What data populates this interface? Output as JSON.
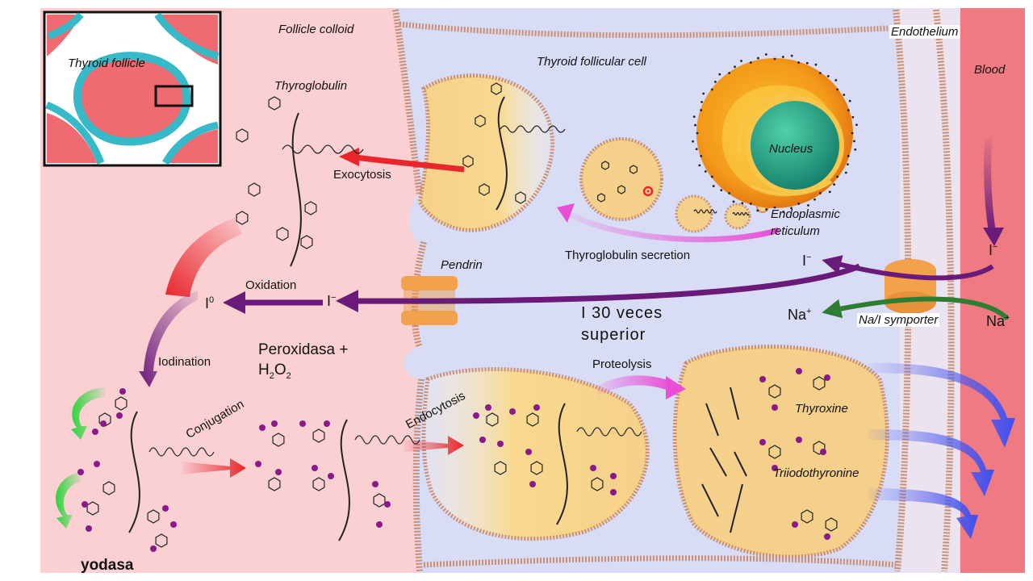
{
  "labels": {
    "follicle_colloid": "Follicle colloid",
    "thyroid_follicle": "Thyroid follicle",
    "thyroid_follicular_cell": "Thyroid follicular cell",
    "endothelium": "Endothelium",
    "blood": "Blood",
    "thyroglobulin": "Thyroglobulin",
    "exocytosis": "Exocytosis",
    "nucleus": "Nucleus",
    "endoplasmic_reticulum_line1": "Endoplasmic",
    "endoplasmic_reticulum_line2": "reticulum",
    "thyroglobulin_secretion": "Thyroglobulin secretion",
    "pendrin": "Pendrin",
    "oxidation": "Oxidation",
    "iodine_atom_base": "I",
    "iodine_atom_sup": "0",
    "iodide_base": "I",
    "iodide_sup": "−",
    "concentration_line1": "I  30 veces",
    "concentration_line2": "superior",
    "na_base": "Na",
    "na_sup": "+",
    "na_i_symporter": "Na/I symporter",
    "peroxidase_line1": "Peroxidasa +",
    "peroxidase_h2o2_h": "H",
    "peroxidase_h2o2_2a": "2",
    "peroxidase_h2o2_o": "O",
    "peroxidase_h2o2_2b": "2",
    "iodination": "Iodination",
    "conjugation": "Conjugation",
    "endocytosis": "Endocytosis",
    "proteolysis": "Proteolysis",
    "thyroxine": "Thyroxine",
    "triiodothyronine": "Triiodothyronine",
    "yodasa": "yodasa"
  },
  "colors": {
    "colloid": "#fbd0d3",
    "cell": "#d9dcf5",
    "endothelium": "#f3d2d8",
    "blood": "#f07a82",
    "vesicle": "#f7d99a",
    "membrane": "#d9a48a",
    "nucleus_outer": "#f39a1a",
    "nucleus_inner": "#1f9e83",
    "iodide_arrow": "#6a1b7a",
    "sodium_arrow": "#2e7d32",
    "secretion_arrow": "#e84fd6",
    "exocytosis_arrow": "#e8262b",
    "hormone_arrow": "#5a68f0",
    "iodination_arrow": "#29d63a",
    "iodine_dot": "#8a1a8a",
    "pendrin_channel": "#f2a24a"
  }
}
